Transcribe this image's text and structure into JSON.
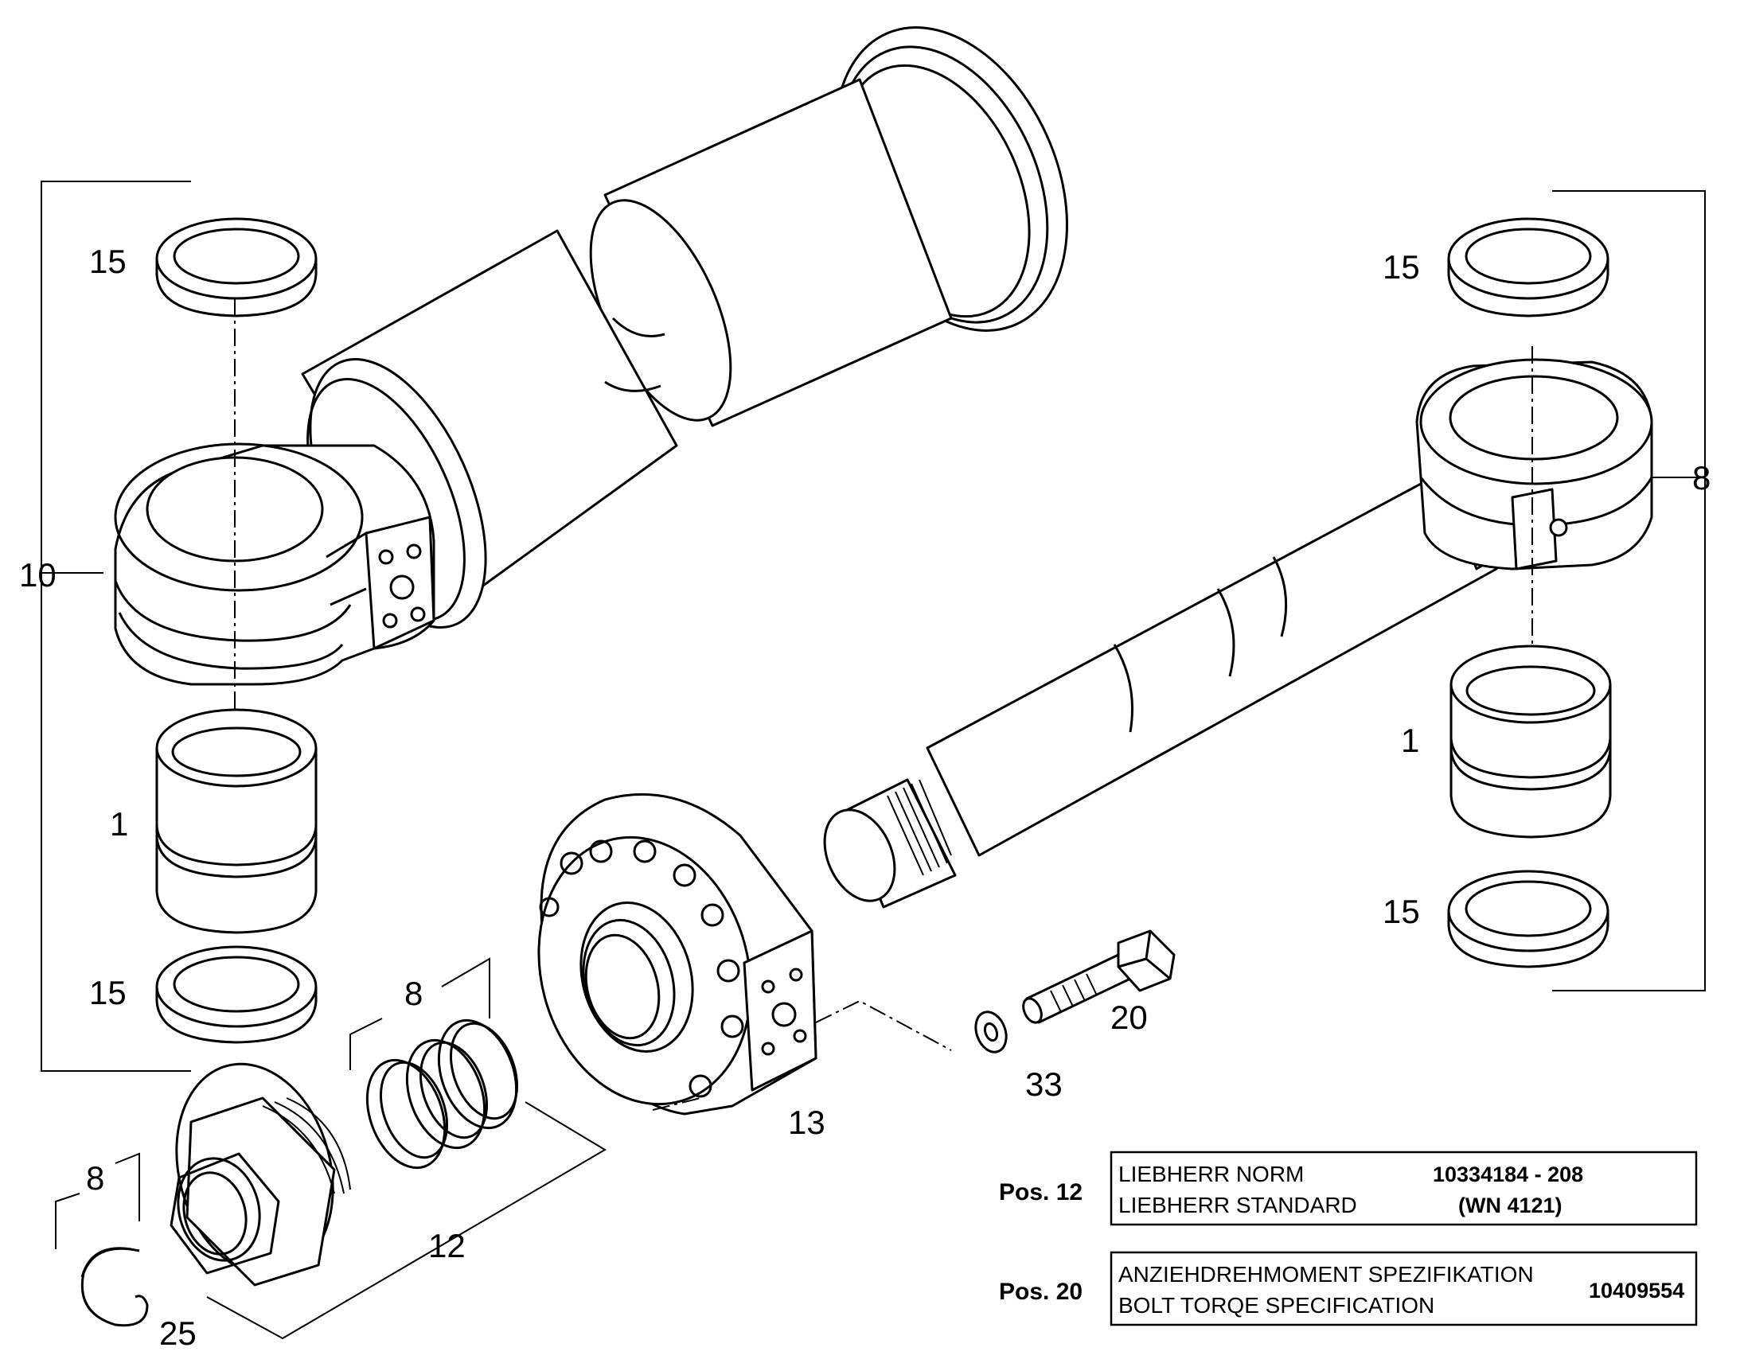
{
  "callouts": {
    "left_bracket": "10",
    "left_bushing_top_ring": "15",
    "left_bushing": "1",
    "left_bushing_bottom_ring": "15",
    "right_bracket": "8",
    "right_top_ring": "15",
    "right_bushing": "1",
    "right_bottom_ring": "15",
    "seal_rings": "8",
    "piston_group": "12",
    "snap_ring_group": "8",
    "snap_ring": "25",
    "cylinder_head": "13",
    "washer": "33",
    "bolt": "20"
  },
  "spec_table": [
    {
      "pos_label": "Pos. 12",
      "line1": "LIEBHERR NORM",
      "line2": "LIEBHERR STANDARD",
      "value1": "10334184 - 208",
      "value2": "(WN 4121)"
    },
    {
      "pos_label": "Pos. 20",
      "line1": "ANZIEHDREHMOMENT SPEZIFIKATION",
      "line2": "BOLT TORQE SPECIFICATION",
      "value1": "10409554",
      "value2": ""
    }
  ]
}
